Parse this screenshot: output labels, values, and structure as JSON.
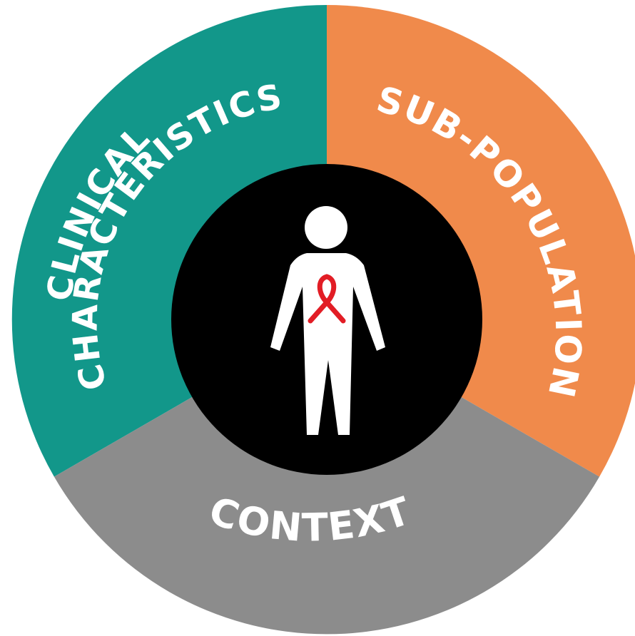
{
  "segments": {
    "clinical": {
      "line1": "CLINICAL",
      "line2": "CHARACTERISTICS",
      "color": "#12978a"
    },
    "subpopulation": {
      "label": "SUB-POPULATION",
      "color": "#f08a4b"
    },
    "context": {
      "label": "CONTEXT",
      "color": "#8c8c8c"
    }
  },
  "center": {
    "disc_color": "#000000",
    "figure_icon": "person-icon",
    "figure_color": "#ffffff",
    "ribbon_icon": "awareness-ribbon-icon",
    "ribbon_color": "#e21d25"
  }
}
